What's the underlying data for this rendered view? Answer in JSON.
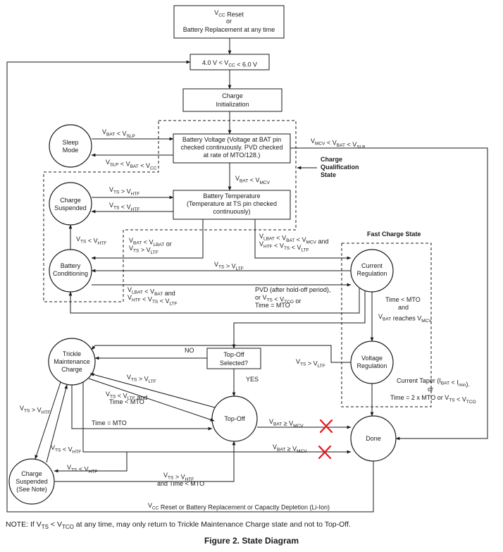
{
  "diagram": {
    "states": {
      "reset": {
        "l1": "V_CC Reset",
        "l2": "or",
        "l3": "Battery Replacement at any time"
      },
      "vcc_range": "4.0 V < V_CC < 6.0 V",
      "charge_init": {
        "l1": "Charge",
        "l2": "Initialization"
      },
      "sleep": {
        "l1": "Sleep",
        "l2": "Mode"
      },
      "battery_voltage": {
        "l1": "Battery Voltage (Voltage at BAT pin",
        "l2": "checked continuously. PVD checked",
        "l3": "at rate of MTO/128.)"
      },
      "battery_temp": {
        "l1": "Battery Temperature",
        "l2": "(Temperature at TS pin checked",
        "l3": "continuously)"
      },
      "charge_suspended": {
        "l1": "Charge",
        "l2": "Suspended"
      },
      "battery_conditioning": {
        "l1": "Battery",
        "l2": "Conditioning"
      },
      "current_regulation": {
        "l1": "Current",
        "l2": "Regulation"
      },
      "voltage_regulation": {
        "l1": "Voltage",
        "l2": "Regulation"
      },
      "trickle": {
        "l1": "Trickle",
        "l2": "Maintenance",
        "l3": "Charge"
      },
      "topoff_selected": {
        "l1": "Top-Off",
        "l2": "Selected?"
      },
      "topoff": "Top-Off",
      "done": "Done",
      "charge_suspended_note": {
        "l1": "Charge",
        "l2": "Suspended",
        "l3": "(See Note)"
      }
    },
    "groups": {
      "charge_qualification": {
        "l1": "Charge",
        "l2": "Qualification",
        "l3": "State"
      },
      "fast_charge": "Fast Charge State"
    },
    "labels": {
      "vbat_lt_vslp": "V_BAT < V_SLP",
      "vslp_lt_vbat_lt_vcc": "V_SLP < V_BAT < V_CC",
      "vmcv_lt_vbat_lt_vslp": "V_MCV < V_BAT < V_SLP",
      "vbat_lt_vmcv": "V_BAT < V_MCV",
      "vts_gt_vhtf_1": "V_TS > V_HTF",
      "vts_lt_vhtf_1": "V_TS < V_HTF",
      "vts_lt_vhtf_2": "V_TS < V_HTF",
      "bc_cond_1": "V_BAT < V_LBAT or",
      "bc_cond_2": "V_TS > V_LTF",
      "cr_cond_1": "V_LBAT < V_BAT < V_MCV and",
      "cr_cond_2": "V_HTF < V_TS < V_LTF",
      "vts_gt_vltf_1": "V_TS > V_LTF",
      "cr2_cond_1": "V_LBAT < V_BAT and",
      "cr2_cond_2": "V_HTF < V_TS < V_LTF",
      "pvd_1": "PVD (after hold-off period),",
      "pvd_2": "or V_TS < V_TCO or",
      "pvd_3": "Time = MTO",
      "time_mto_1": "Time < MTO",
      "time_mto_2": "and",
      "time_mto_3": "V_BAT reaches V_MCV",
      "no": "NO",
      "yes": "YES",
      "vts_gt_vltf_2": "V_TS > V_LTF",
      "vts_gt_vltf_3": "V_TS > V_LTF",
      "vts_lt_vltf_and": "V_TS < V_LTF and",
      "time_lt_mto": "Time < MTO",
      "taper_1": "Current Taper (I_BAT < I_min).",
      "taper_2": "or",
      "taper_3": "Time = 2 x MTO or V_TS < V_TCO",
      "time_eq_mto": "Time = MTO",
      "vbat_ge_vmcv_1": "V_BAT ≥ V_MCV",
      "vbat_ge_vmcv_2": "V_BAT ≥ V_MCV",
      "vts_gt_vhtf_2": "V_TS > V_HTF",
      "vts_lt_vhtf_3": "V_TS < V_HTF",
      "vts_lt_vhtf_4": "V_TS < V_HTF",
      "vts_gt_vhtf_3": "V_TS > V_HTF",
      "and_time_lt_mto": "and Time < MTO",
      "bottom": "V_CC Reset or Battery Replacement or Capacity Depletion (Li-Ion)"
    }
  },
  "note": {
    "prefix": "NOTE:  If V",
    "sub1": "TS",
    "mid": " < V",
    "sub2": "TCO",
    "suffix": " at any time, may only return to Trickle Maintenance Charge state and not to Top-Off."
  },
  "figure_caption": "Figure 2.  State Diagram",
  "colors": {
    "line": "#1a1a1a",
    "cross": "#e8141a"
  }
}
